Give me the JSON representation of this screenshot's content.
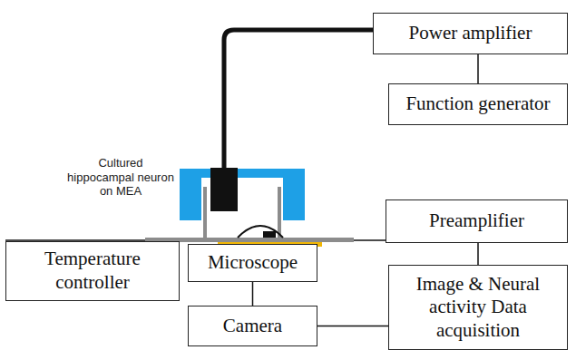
{
  "diagram": {
    "nodes": [
      {
        "text": [
          "Power amplifier"
        ]
      },
      {
        "text": [
          "Function generator"
        ]
      },
      {
        "text": [
          "Preamplifier"
        ]
      },
      {
        "text": [
          "Temperature controller"
        ]
      },
      {
        "text": [
          "Microscope"
        ]
      },
      {
        "text": [
          "Image & Neural activity Data acquisition"
        ]
      },
      {
        "text": [
          "Camera"
        ]
      }
    ],
    "edges": [
      {
        "from": 0,
        "to": 1,
        "arrow": "none"
      },
      {
        "from": 2,
        "to": 5,
        "arrow": "none"
      },
      {
        "from": 4,
        "to": 6,
        "arrow": "none"
      },
      {
        "from": 6,
        "to": 5,
        "arrow": "none"
      }
    ],
    "labels": [
      "Cultured hippocampal neuron on MEA"
    ]
  }
}
